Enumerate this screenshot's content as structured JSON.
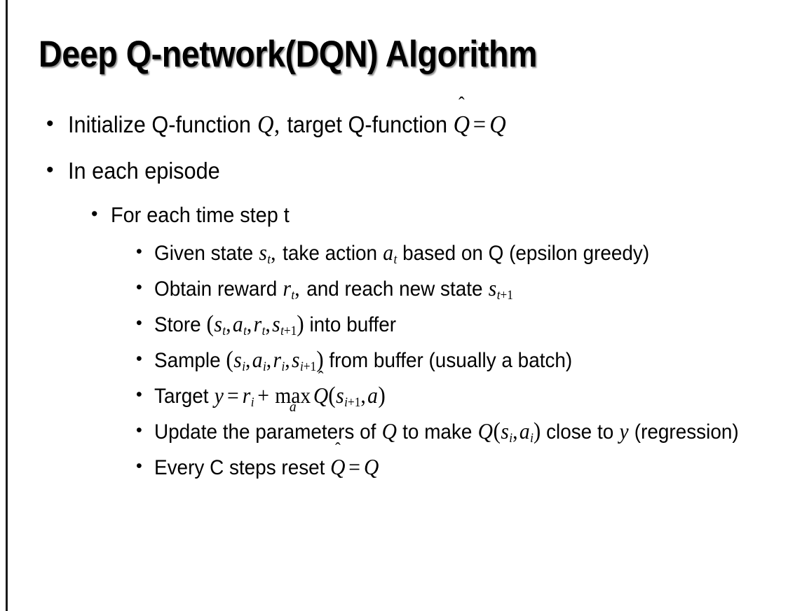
{
  "slide": {
    "title": "Deep Q-network(DQN) Algorithm",
    "background_color": "#ffffff",
    "text_color": "#000000",
    "edge_rule_color": "#1a1a1a",
    "bullet_glyph": "•"
  },
  "content": {
    "b1_init": {
      "pre": "Initialize Q-function ",
      "q1": "Q",
      "comma": ",",
      "mid": " target Q-function ",
      "qhat": "Q",
      "hat": "̂",
      "eq": "=",
      "q2": "Q"
    },
    "b2_episode": "In each episode",
    "b3_timestep": "For each time step t",
    "b4_given": {
      "pre": "Given state ",
      "s": "s",
      "s_sub": "t",
      "comma": ",",
      "mid": " take action ",
      "a": "a",
      "a_sub": "t",
      "post": " based on Q (epsilon greedy)"
    },
    "b5_reward": {
      "pre": "Obtain reward ",
      "r": "r",
      "r_sub": "t",
      "comma": ",",
      "mid": " and reach new state ",
      "s": "s",
      "s_sub_var": "t",
      "s_sub_rest": "+1"
    },
    "b6_store": {
      "pre": "Store ",
      "open": "(",
      "s1": "s",
      "s1_sub": "t",
      "a1": "a",
      "a1_sub": "t",
      "r1": "r",
      "r1_sub": "t",
      "s2": "s",
      "s2_sub_var": "t",
      "s2_sub_rest": "+1",
      "close": ")",
      "post": " into buffer"
    },
    "b7_sample": {
      "pre": "Sample ",
      "open": "(",
      "s1": "s",
      "s1_sub": "i",
      "a1": "a",
      "a1_sub": "i",
      "r1": "r",
      "r1_sub": "i",
      "s2": "s",
      "s2_sub_var": "i",
      "s2_sub_rest": "+1",
      "close": ")",
      "post": " from buffer (usually a batch)"
    },
    "b8_target": {
      "pre": "Target ",
      "y": "y",
      "eq": "=",
      "r": "r",
      "r_sub": "i",
      "plus": "+",
      "max": "max",
      "max_under": "a",
      "qhat": "Q",
      "hat": "̂",
      "open": "(",
      "s": "s",
      "s_sub_var": "i",
      "s_sub_rest": "+1",
      "comma": ",",
      "a": "a",
      "close": ")"
    },
    "b9_update": {
      "pre": "Update the parameters of ",
      "q1": "Q",
      "mid": " to make ",
      "q2": "Q",
      "open": "(",
      "s": "s",
      "s_sub": "i",
      "comma": ",",
      "a": "a",
      "a_sub": "i",
      "close": ")",
      "post": " close to ",
      "y": "y",
      "tail": " (regression)"
    },
    "b10_reset": {
      "pre": "Every C steps reset ",
      "qhat": "Q",
      "hat": "̂",
      "eq": "=",
      "q": "Q"
    }
  }
}
